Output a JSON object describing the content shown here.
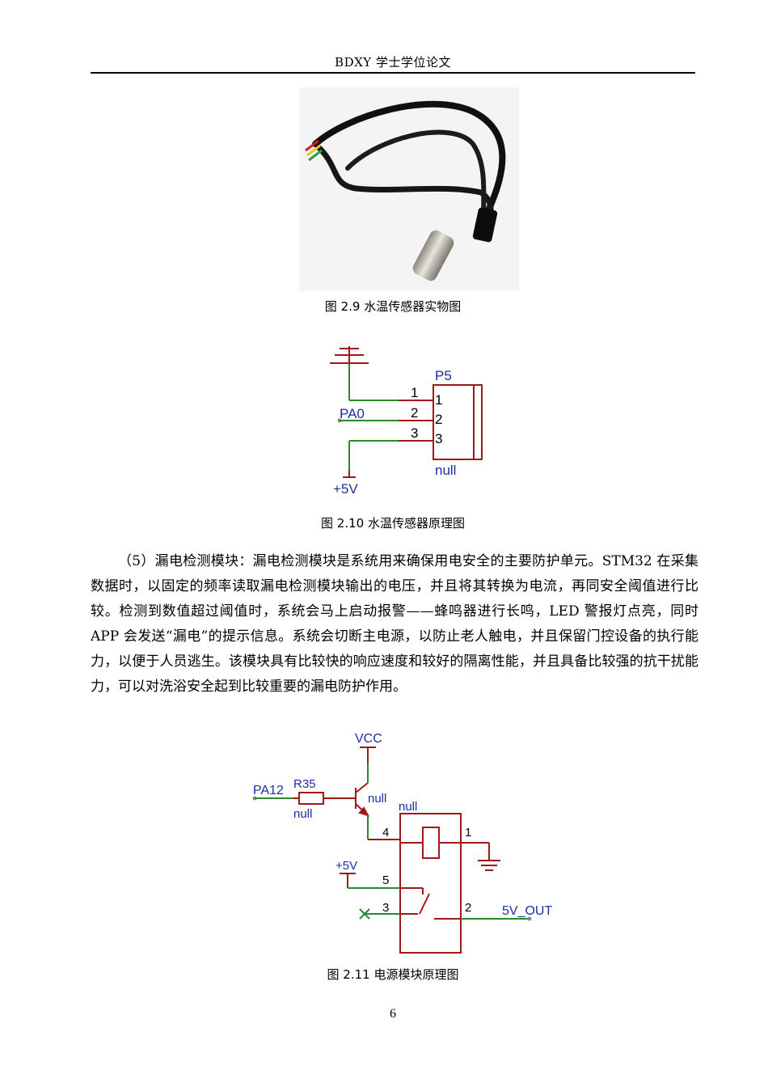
{
  "header": {
    "title": "BDXY 学士学位论文"
  },
  "figure_2_9": {
    "caption": "图 2.9  水温传感器实物图"
  },
  "figure_2_10": {
    "caption": "图 2.10  水温传感器原理图",
    "ground_label": "",
    "connector_name": "P5",
    "connector_value": "null",
    "signal_label": "PA0",
    "power_label": "+5V",
    "wire_pins": [
      "1",
      "2",
      "3"
    ],
    "connector_pins": [
      "1",
      "2",
      "3"
    ]
  },
  "body": {
    "paragraph": "（5）漏电检测模块：漏电检测模块是系统用来确保用电安全的主要防护单元。STM32 在采集数据时，以固定的频率读取漏电检测模块输出的电压，并且将其转换为电流，再同安全阈值进行比较。检测到数值超过阈值时，系统会马上启动报警——蜂鸣器进行长鸣，LED 警报灯点亮，同时 APP 会发送“漏电”的提示信息。系统会切断主电源，以防止老人触电，并且保留门控设备的执行能力，以便于人员逃生。该模块具有比较快的响应速度和较好的隔离性能，并且具备比较强的抗干扰能力，可以对洗浴安全起到比较重要的漏电防护作用。"
  },
  "figure_2_11": {
    "caption": "图 2.11  电源模块原理图",
    "vcc_label": "VCC",
    "input_label": "PA12",
    "resistor_name": "R35",
    "resistor_value": "null",
    "transistor_value": "null",
    "relay_value": "null",
    "power_label": "+5V",
    "output_label": "5V_OUT",
    "pins": {
      "p1": "1",
      "p2": "2",
      "p3": "3",
      "p4": "4",
      "p5": "5"
    }
  },
  "footer": {
    "page_number": "6"
  },
  "colors": {
    "wire": "#2a8a2a",
    "component": "#a01818",
    "label": "#1a2fa0",
    "photo_bg": "#f4f4f4"
  }
}
